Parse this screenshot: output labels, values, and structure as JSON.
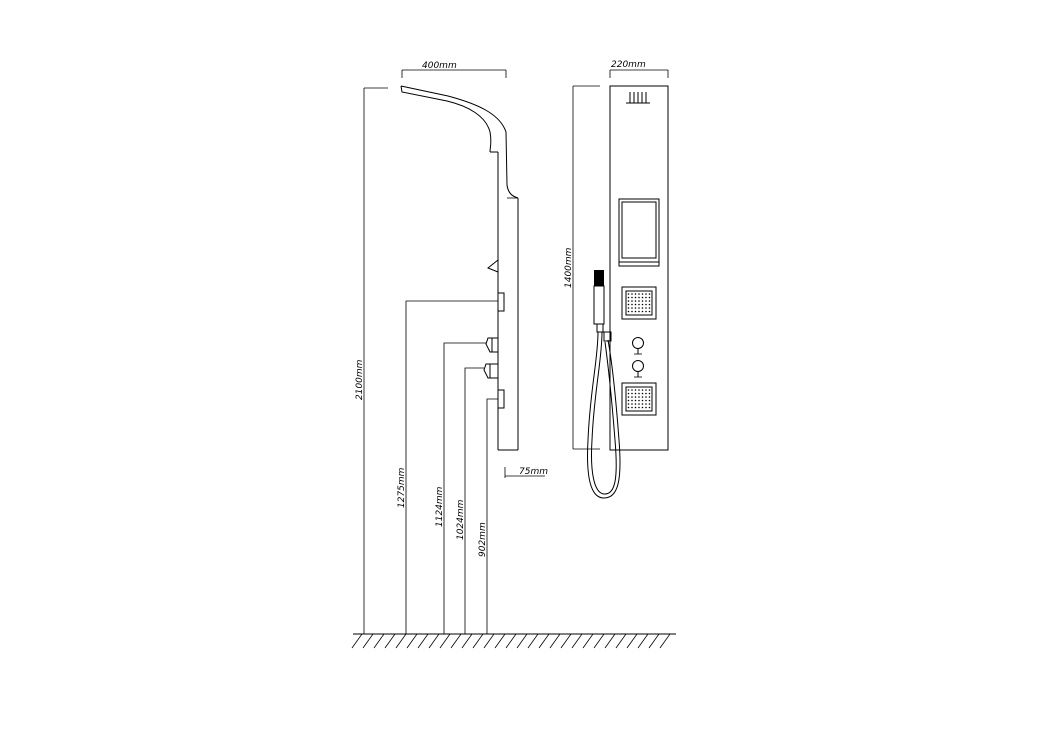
{
  "dimensions": {
    "overall_height": "2100mm",
    "shower_arm_reach": "400mm",
    "panel_height": "1400mm",
    "panel_width": "220mm",
    "wall_offset": "75mm",
    "outlet_1_height": "1275mm",
    "outlet_2_height": "1124mm",
    "outlet_3_height": "1024mm",
    "outlet_4_height": "902mm"
  }
}
